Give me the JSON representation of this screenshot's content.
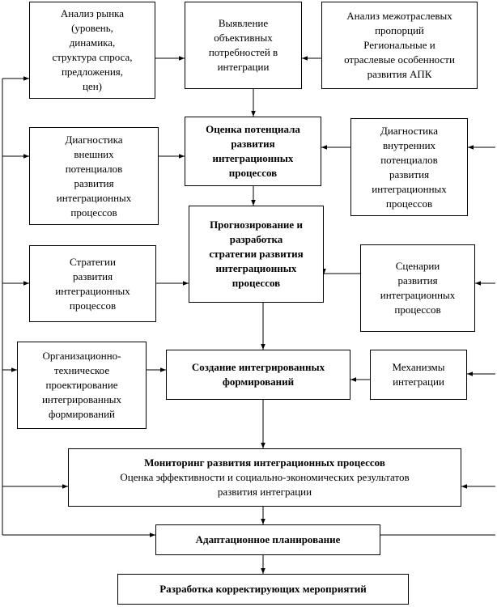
{
  "boxes": {
    "market_analysis": {
      "lines": [
        "Анализ рынка",
        "(уровень,",
        "динамика,",
        "структура спроса,",
        "предложения,",
        "цен)"
      ]
    },
    "needs": {
      "lines": [
        "Выявление",
        "объективных",
        "потребностей в",
        "интеграции"
      ]
    },
    "intersector": {
      "lines": [
        "Анализ межотраслевых",
        "пропорций",
        "Региональные и",
        "отраслевые особенности",
        "развития  АПК"
      ]
    },
    "external_diag": {
      "lines": [
        "Диагностика",
        "внешних",
        "потенциалов",
        "развития",
        "интеграционных",
        "процессов"
      ]
    },
    "potential": {
      "lines": [
        "Оценка потенциала",
        "развития",
        "интеграционных",
        "процессов"
      ]
    },
    "internal_diag": {
      "lines": [
        "Диагностика",
        "внутренних",
        "потенциалов",
        "развития",
        "интеграционных",
        "процессов"
      ]
    },
    "forecast": {
      "lines": [
        "Прогнозирование и",
        "разработка",
        "стратегии  развития",
        "интеграционных",
        "процессов"
      ]
    },
    "strategies": {
      "lines": [
        "Стратегии",
        "развития",
        "интеграционных",
        "процессов"
      ]
    },
    "scenarios": {
      "lines": [
        "Сценарии",
        "развития",
        "интеграционных",
        "процессов"
      ]
    },
    "org_tech": {
      "lines": [
        "Организационно-",
        "техническое",
        "проектирование",
        "интегрированных",
        "формирований"
      ]
    },
    "creation": {
      "lines": [
        "Создание интегрированных",
        "формирований"
      ]
    },
    "mechanisms": {
      "lines": [
        "Механизмы",
        "интеграции"
      ]
    },
    "monitoring": {
      "lines": [
        "Мониторинг  развития интеграционных процессов",
        "Оценка эффективности и социально-экономических результатов",
        "развития интеграции"
      ]
    },
    "adaptive": {
      "lines": [
        "Адаптационное планирование"
      ]
    },
    "corrective": {
      "lines": [
        "Разработка корректирующих мероприятий"
      ]
    }
  }
}
